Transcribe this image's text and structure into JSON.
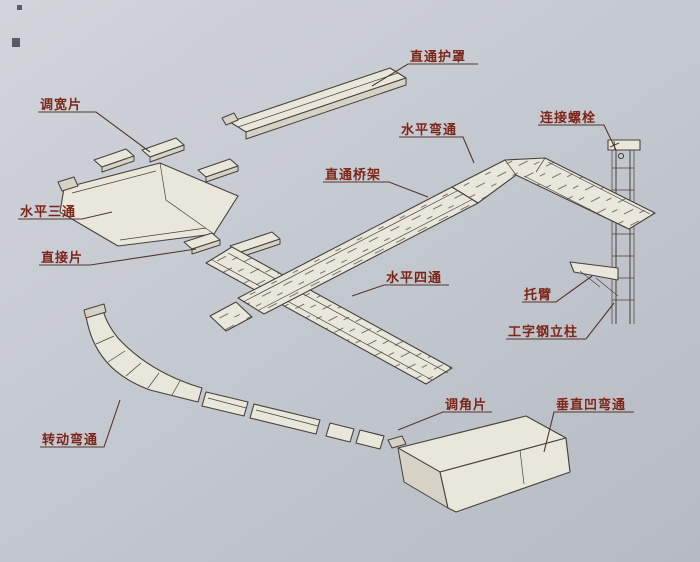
{
  "diagram": {
    "kind": "cable-tray-system-exploded-isometric",
    "labels": [
      {
        "id": "straight-cover",
        "text": "直通护罩"
      },
      {
        "id": "width-adjust-piece",
        "text": "调宽片"
      },
      {
        "id": "horizontal-bend",
        "text": "水平弯通"
      },
      {
        "id": "connecting-bolt",
        "text": "连接螺栓"
      },
      {
        "id": "straight-tray",
        "text": "直通桥架"
      },
      {
        "id": "horizontal-tee",
        "text": "水平三通"
      },
      {
        "id": "direct-piece",
        "text": "直接片"
      },
      {
        "id": "horizontal-cross",
        "text": "水平四通"
      },
      {
        "id": "bracket-arm",
        "text": "托臂"
      },
      {
        "id": "i-beam-column",
        "text": "工字钢立柱"
      },
      {
        "id": "angle-adjust-piece",
        "text": "调角片"
      },
      {
        "id": "vertical-concave-bend",
        "text": "垂直凹弯通"
      },
      {
        "id": "rotating-bend",
        "text": "转动弯通"
      }
    ]
  },
  "colors": {
    "bg": "#c6cad1",
    "line": "#46413b",
    "fill": "#e9e6dc",
    "shade": "#d6d2c6",
    "label": "#7c2518",
    "leader": "#53372c"
  }
}
